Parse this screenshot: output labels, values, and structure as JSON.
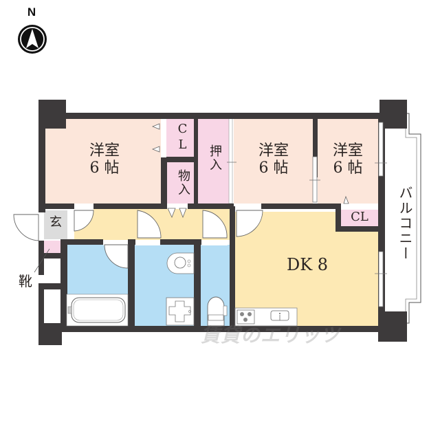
{
  "compass": {
    "label": "N",
    "icon": "north-arrow-icon"
  },
  "rooms": {
    "western_room_1": {
      "name": "洋室",
      "size": "6帖",
      "size_display": "6 帖",
      "color": "#fce6da"
    },
    "closet_1": {
      "label": "CL",
      "color": "#f8d6e6"
    },
    "storage": {
      "label": "物入",
      "color": "#f8d6e6"
    },
    "oshiire": {
      "label": "押入",
      "color": "#f8d6e6"
    },
    "western_room_2": {
      "name": "洋室",
      "size": "6帖",
      "size_display": "6 帖",
      "color": "#fce6da"
    },
    "western_room_3": {
      "name": "洋室",
      "size": "6帖",
      "size_display": "6 帖",
      "color": "#fce6da"
    },
    "closet_2": {
      "label": "CL",
      "color": "#f8d6e6"
    },
    "dining_kitchen": {
      "label": "DK 8",
      "color": "#fde9b4"
    },
    "entrance": {
      "label": "玄",
      "color": "#dcdcdc"
    },
    "shoe_box": {
      "label": "靴",
      "color": "#f8d6e6"
    },
    "balcony": {
      "label": "バルコニー"
    },
    "hallway": {
      "color": "#fde9b4"
    },
    "bathroom": {
      "color": "#b5def5"
    },
    "washroom": {
      "color": "#b5def5"
    },
    "toilet": {
      "color": "#b5def5"
    }
  },
  "fixtures": [
    "bathtub-icon",
    "washbasin-icon",
    "washing-machine-pan-icon",
    "toilet-icon",
    "stove-icon",
    "kitchen-sink-icon"
  ],
  "watermark": "賃貸のエリッツ",
  "colors": {
    "wall": "#3d3a3b",
    "western_room": "#fce6da",
    "closet": "#f8d6e6",
    "wet_area": "#b5def5",
    "dk": "#fde9b4",
    "entrance": "#dcdcdc"
  }
}
